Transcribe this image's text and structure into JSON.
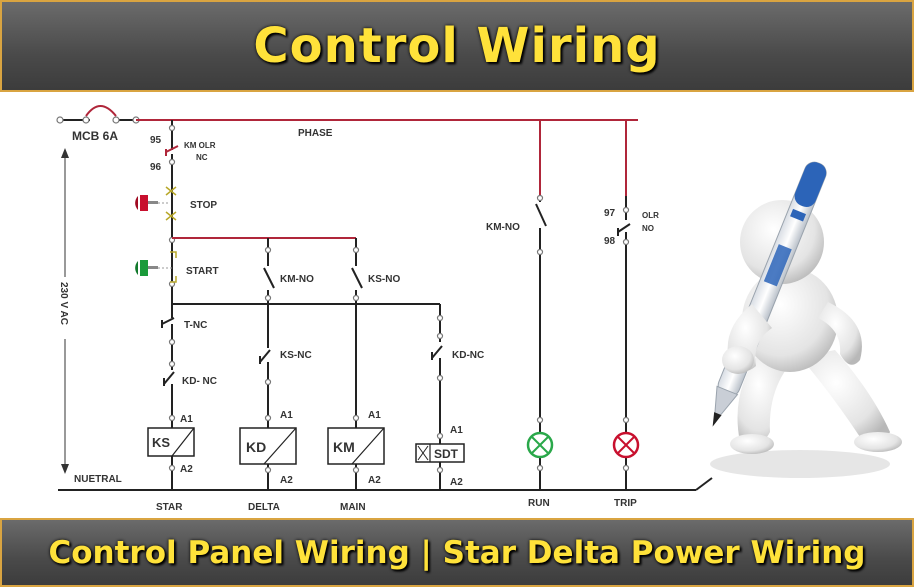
{
  "header": {
    "title": "Control Wiring"
  },
  "footer": {
    "title": "Control Panel Wiring | Star Delta Power Wiring"
  },
  "labels": {
    "mcb": "MCB 6A",
    "phase": "PHASE",
    "neutral": "NUETRAL",
    "voltage": "230 V AC",
    "t95": "95",
    "t96": "96",
    "km_olr": "KM OLR",
    "nc": "NC",
    "stop": "STOP",
    "start": "START",
    "t_nc": "T-NC",
    "kd_nc_star": "KD- NC",
    "km_no": "KM-NO",
    "ks_nc": "KS-NC",
    "ks_no": "KS-NO",
    "kd_nc": "KD-NC",
    "km_no_run": "KM-NO",
    "t97": "97",
    "t98": "98",
    "olr": "OLR",
    "no": "NO",
    "a1": "A1",
    "a2": "A2",
    "coil_ks": "KS",
    "coil_kd": "KD",
    "coil_km": "KM",
    "coil_sdt": "SDT",
    "col_star": "STAR",
    "col_delta": "DELTA",
    "col_main": "MAIN",
    "col_run": "RUN",
    "col_trip": "TRIP"
  },
  "colors": {
    "banner_text": "#ffe23a",
    "phase_wire": "#b0263a",
    "stop_button": "#c8102e",
    "start_button": "#1a9a3a",
    "run_lamp": "#2aa84a",
    "trip_lamp": "#c8102e"
  }
}
